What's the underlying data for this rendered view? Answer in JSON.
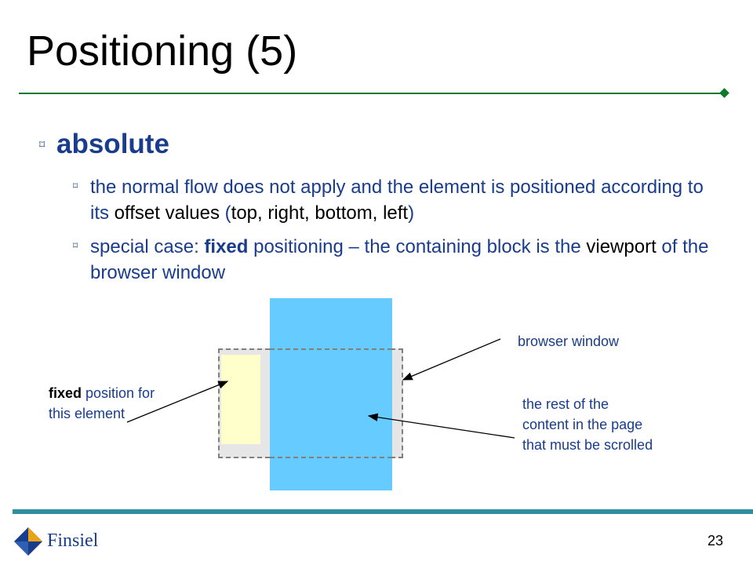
{
  "slide": {
    "title": "Positioning (5)",
    "page_number": "23"
  },
  "bullet": {
    "heading": "absolute",
    "sub1": {
      "part1": "the normal flow does not apply and the element is positioned according to its ",
      "part2": "offset values",
      "part3": " (",
      "part4": "top, right, bottom, left",
      "part5": ")"
    },
    "sub2": {
      "part1": "special case: ",
      "part2": "fixed",
      "part3": " positioning – the containing block is the ",
      "part4": "viewport",
      "part5": " of the browser window"
    }
  },
  "diagram": {
    "label_browser": "browser window",
    "label_fixed_bold": "fixed",
    "label_fixed_rest": " position for this element",
    "label_rest": "the rest of the content in the page that must be scrolled"
  },
  "footer": {
    "logo_text": "Finsiel"
  },
  "colors": {
    "accent_text": "#1a3c8c",
    "rule": "#0b7a2a",
    "footer_bar": "#2f8f9f",
    "page_blue": "#66ccff",
    "fixed_yellow": "#ffffcc"
  }
}
